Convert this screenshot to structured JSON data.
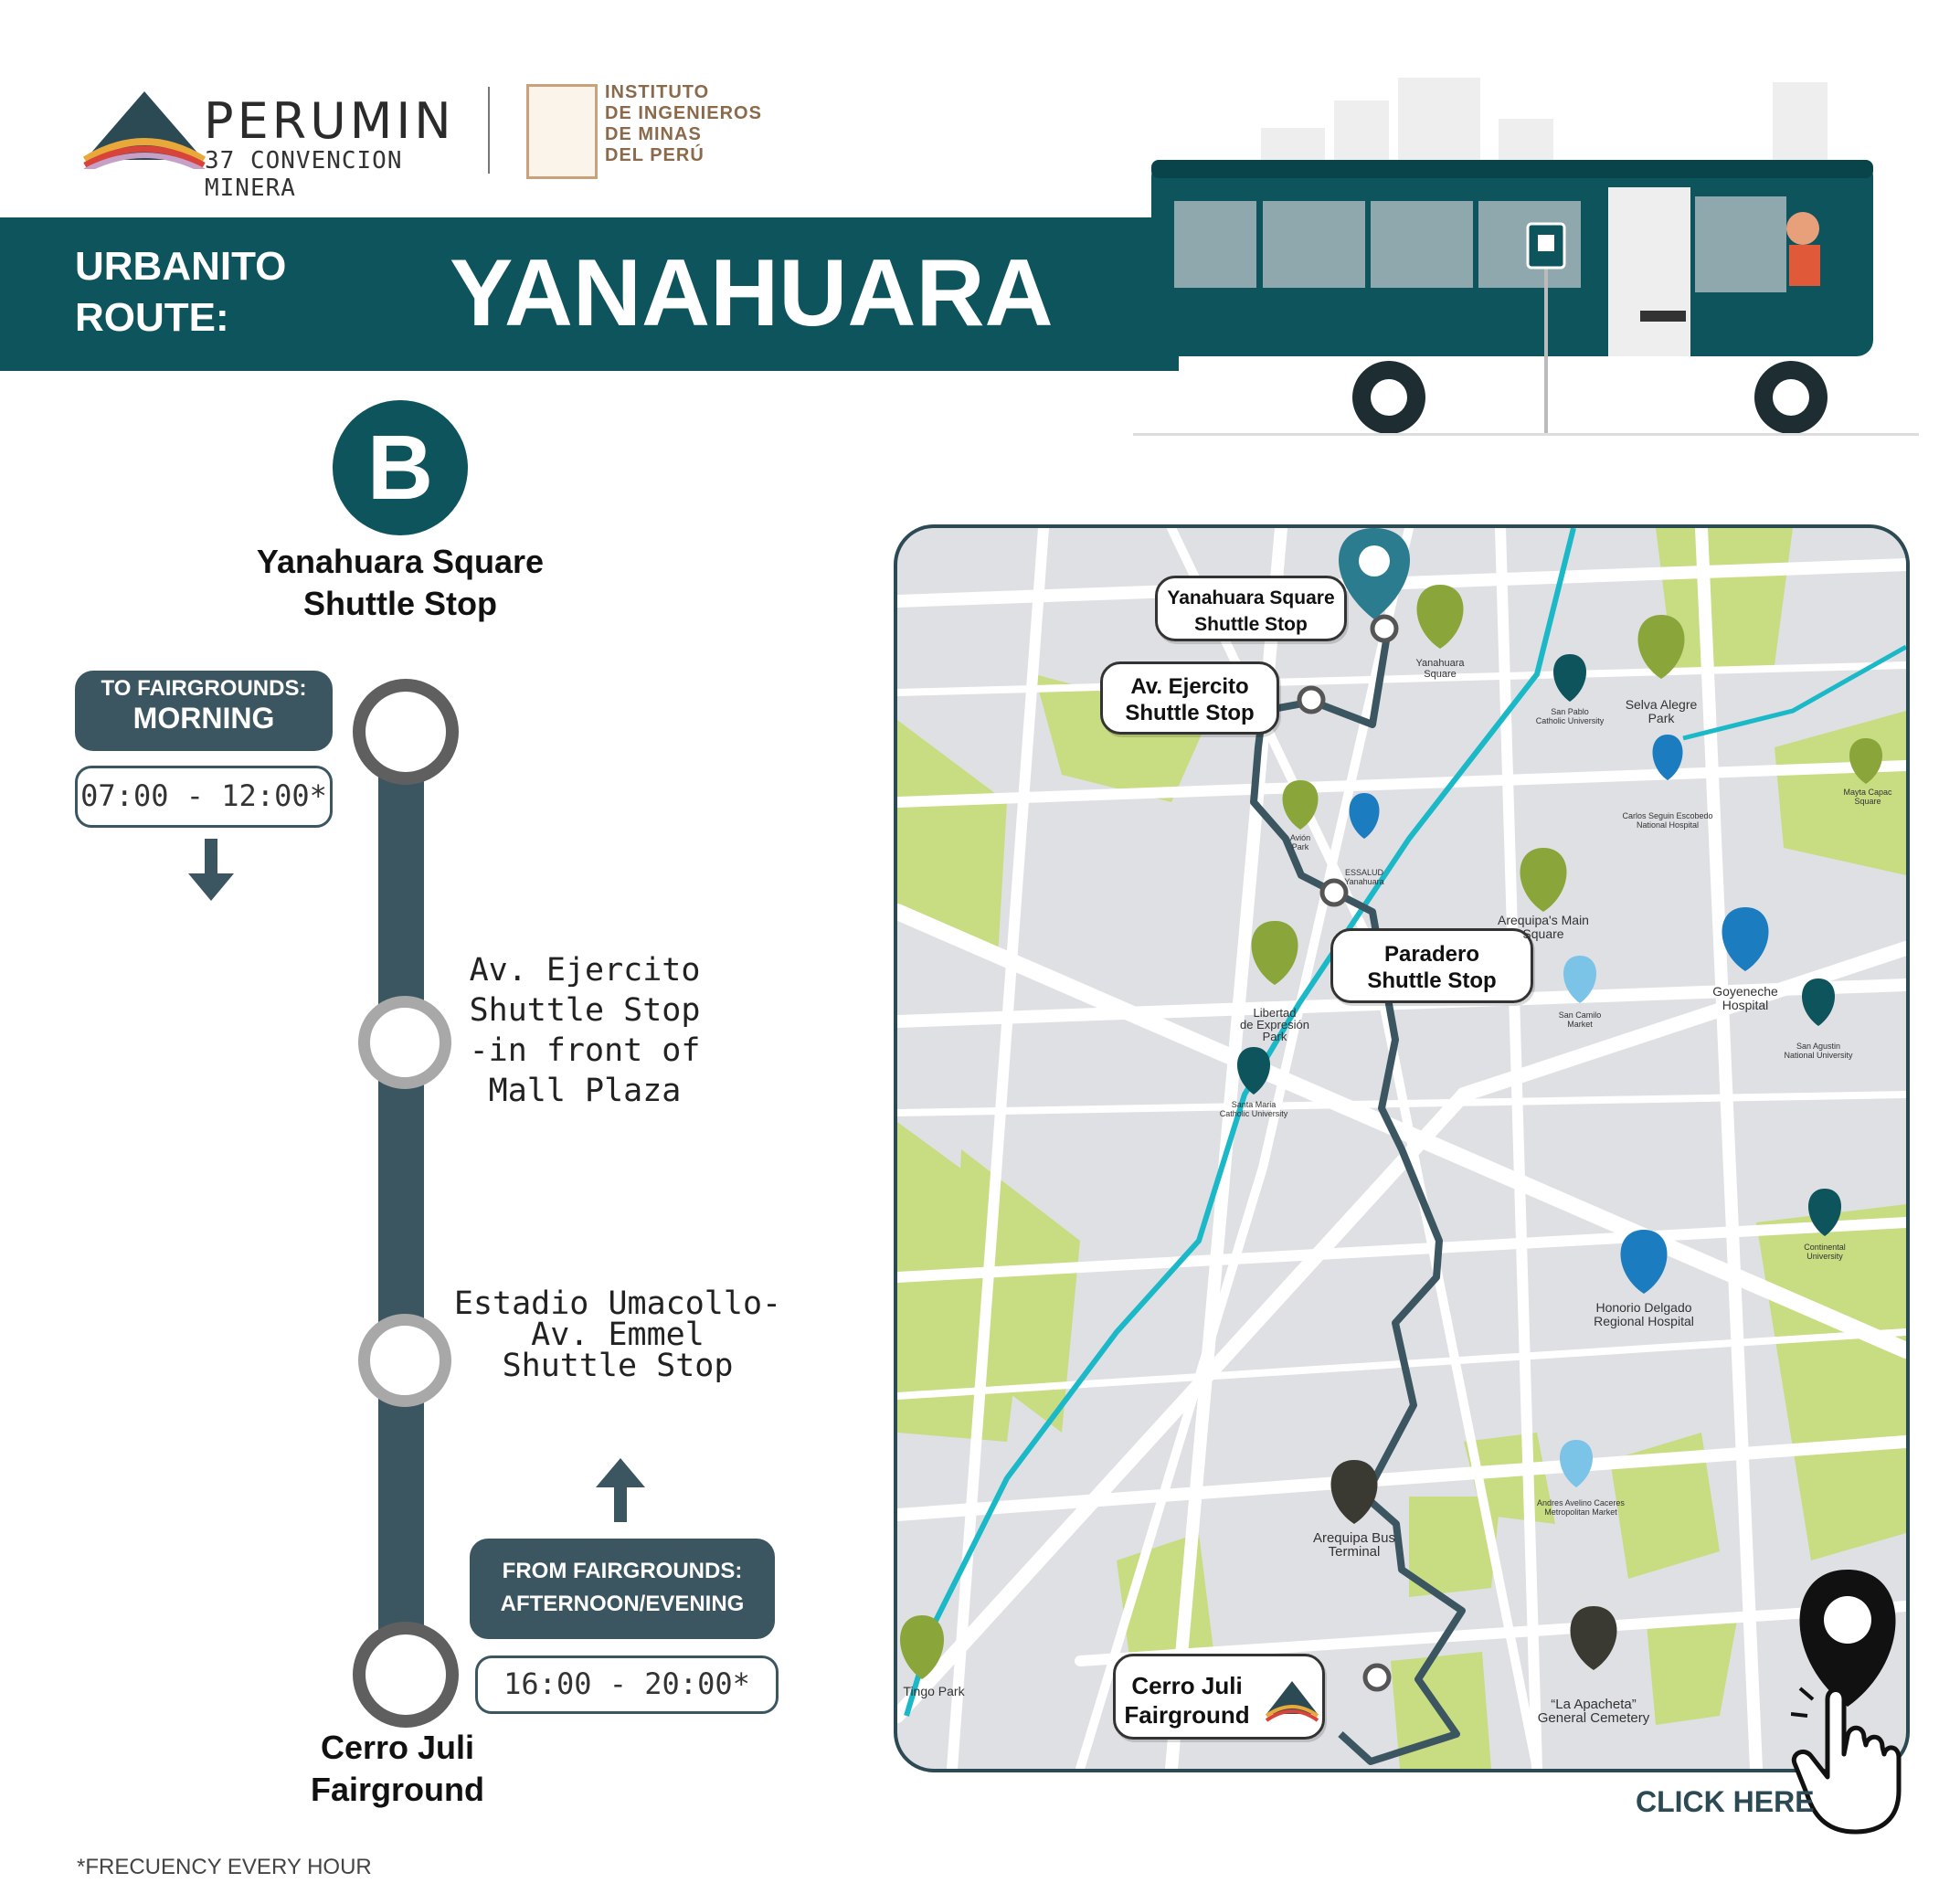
{
  "header": {
    "brand_name": "PERUMIN",
    "brand_subtitle": "37 CONVENCION MINERA",
    "institute": [
      "INSTITUTO",
      "DE INGENIEROS",
      "DE MINAS",
      "DEL PERÚ"
    ],
    "route_label_line1": "URBANITO",
    "route_label_line2": "ROUTE:",
    "route_name": "YANAHUARA"
  },
  "timeline": {
    "route_letter": "B",
    "start_stop": [
      "Yanahuara Square",
      "Shuttle Stop"
    ],
    "morning_label_line1": "TO FAIRGROUNDS:",
    "morning_label_line2": "MORNING",
    "morning_hours": "07:00 - 12:00*",
    "stops": [
      {
        "lines": [
          "Av. Ejercito",
          "Shuttle Stop",
          "-in front of",
          "Mall Plaza"
        ]
      },
      {
        "lines": [
          "Estadio Umacollo-",
          "Av. Emmel",
          "Shuttle Stop"
        ]
      }
    ],
    "evening_label_line1": "FROM FAIRGROUNDS:",
    "evening_label_line2": "AFTERNOON/EVENING",
    "evening_hours": "16:00 - 20:00*",
    "end_stop": [
      "Cerro Juli",
      "Fairground"
    ],
    "footnote": "*FRECUENCY EVERY HOUR"
  },
  "map": {
    "callouts": {
      "yanahuara": [
        "Yanahuara Square",
        "Shuttle Stop"
      ],
      "ejercito": [
        "Av. Ejercito",
        "Shuttle Stop"
      ],
      "paradero": [
        "Paradero",
        "Shuttle Stop"
      ],
      "cerro_juli": [
        "Cerro Juli",
        "Fairground"
      ]
    },
    "pois": {
      "yanahuara_square": [
        "Yanahuara",
        "Square"
      ],
      "san_pablo": [
        "San Pablo",
        "Catholic University"
      ],
      "selva_alegre": [
        "Selva Alegre",
        "Park"
      ],
      "mayta_capac": [
        "Mayta Capac",
        "Square"
      ],
      "carlos_seguin": [
        "Carlos Seguin Escobedo",
        "National Hospital"
      ],
      "avion_park": [
        "Avión",
        "Park"
      ],
      "essalud": [
        "ESSALUD",
        "Yanahuara"
      ],
      "main_square": [
        "Arequipa's Main",
        "Square"
      ],
      "libertad": [
        "Libertad",
        "de Expresión",
        "Park"
      ],
      "san_camilo": [
        "San Camilo",
        "Market"
      ],
      "goyeneche": [
        "Goyeneche",
        "Hospital"
      ],
      "san_agustin": [
        "San Agustin",
        "National University"
      ],
      "santa_maria": [
        "Santa Maria",
        "Catholic University"
      ],
      "continental": [
        "Continental",
        "University"
      ],
      "honorio": [
        "Honorio Delgado",
        "Regional Hospital"
      ],
      "bus_terminal": [
        "Arequipa Bus",
        "Terminal"
      ],
      "caceres_market": [
        "Andres Avelino Caceres",
        "Metropolitan Market"
      ],
      "tingo_park": [
        "Tingo Park"
      ],
      "cemetery": [
        "“La Apacheta”",
        "General Cemetery"
      ]
    },
    "click_here": "CLICK HERE",
    "colors": {
      "route": "#3b5661",
      "river": "#1bb8c8",
      "park": "#c8dc82",
      "road": "#ffffff",
      "background": "#dfe0e3"
    }
  },
  "colors": {
    "brand_teal": "#0d545c",
    "slate": "#3b5661",
    "green_pin": "#8aa63a",
    "blue_pin": "#1c7cc0"
  }
}
